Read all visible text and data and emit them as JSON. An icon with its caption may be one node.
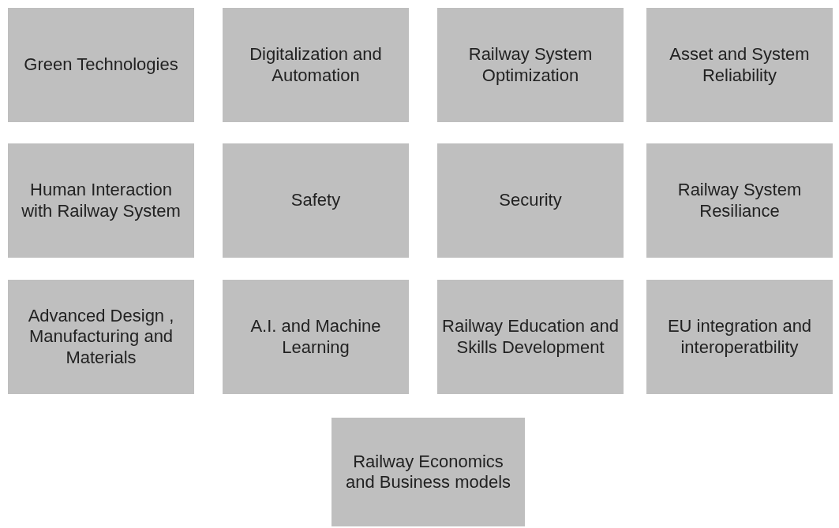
{
  "diagram": {
    "nodes": [
      {
        "text": [
          "Green Technologies"
        ]
      },
      {
        "text": [
          "Digitalization and Automation"
        ]
      },
      {
        "text": [
          "Railway System Optimization"
        ]
      },
      {
        "text": [
          "Asset and System Reliability"
        ]
      },
      {
        "text": [
          "Human Interaction with Railway System"
        ]
      },
      {
        "text": [
          "Safety"
        ]
      },
      {
        "text": [
          "Security"
        ]
      },
      {
        "text": [
          "Railway System Resiliance"
        ]
      },
      {
        "text": [
          "Advanced Design , Manufacturing and Materials"
        ]
      },
      {
        "text": [
          "A.I. and Machine Learning"
        ]
      },
      {
        "text": [
          "Railway Education and Skills Development"
        ]
      },
      {
        "text": [
          "EU integration and interoperatbility"
        ]
      },
      {
        "text": [
          "Railway Economics and Business models"
        ]
      }
    ]
  }
}
